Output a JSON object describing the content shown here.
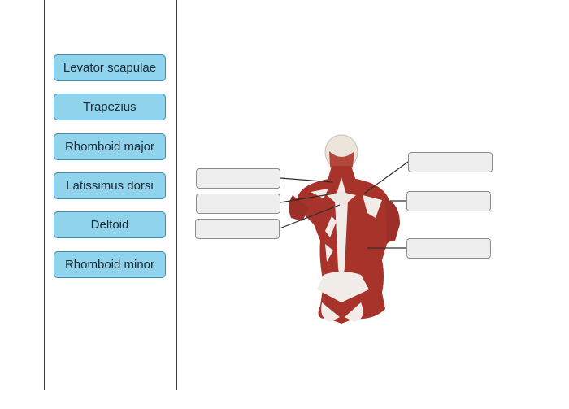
{
  "labels": [
    "Levator scapulae",
    "Trapezius",
    "Rhomboid major",
    "Latissimus dorsi",
    "Deltoid",
    "Rhomboid minor"
  ],
  "colors": {
    "tile_fill": "#8fd3ec",
    "tile_border": "#3f8db5",
    "drop_fill": "#eeeeee",
    "muscle": "#a8332b",
    "tendon": "#f2ece8"
  },
  "image": {
    "subject": "posterior-torso-muscle-model"
  }
}
